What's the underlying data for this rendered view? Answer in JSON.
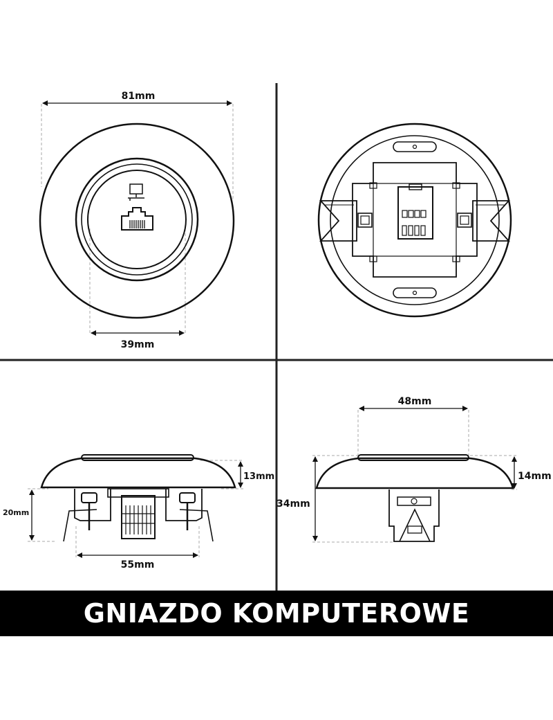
{
  "dimensions": {
    "front_outer": "81mm",
    "front_inner": "39mm",
    "side_width": "55mm",
    "side_cover_height": "13mm",
    "side_mount_height": "20mm",
    "profile_top_width": "48mm",
    "profile_cover_height": "14mm",
    "profile_total_height": "34mm"
  },
  "banner": {
    "title": "GNIAZDO KOMPUTEROWE"
  },
  "colors": {
    "line": "#111111",
    "dash": "#aaaaaa",
    "banner_bg": "#000000",
    "banner_text": "#ffffff"
  }
}
